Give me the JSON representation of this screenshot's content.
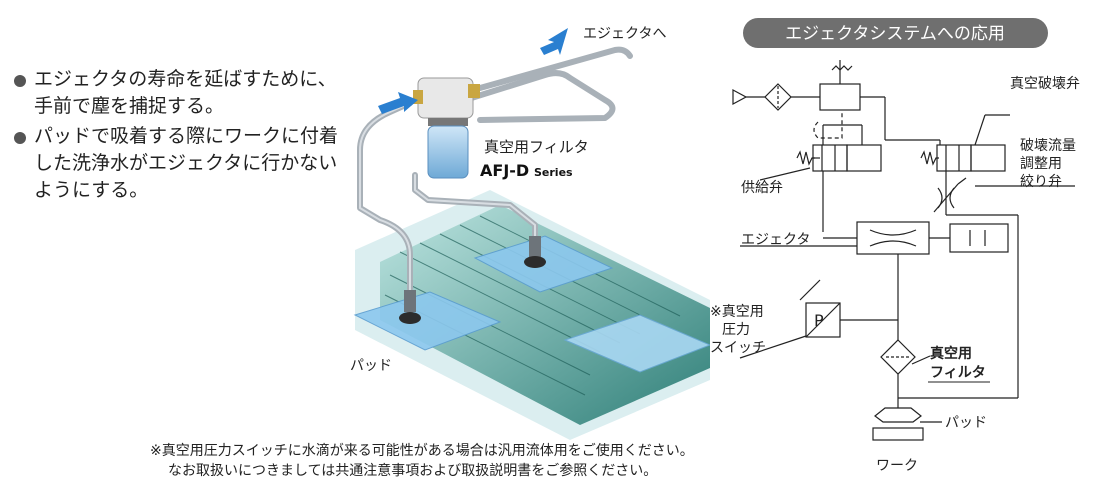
{
  "bullets": [
    "エジェクタの寿命を延ばすために、\n手前で塵を捕捉する。",
    "パッドで吸着する際にワークに付着\nした洗浄水がエジェクタに行かない\nようにする。"
  ],
  "illustration": {
    "to_ejector": "エジェクタへ",
    "filter_name": "真空用フィルタ",
    "model": "AFJ-D",
    "series": "Series",
    "pad": "パッド"
  },
  "schematic": {
    "header": "エジェクタシステムへの応用",
    "vacuum_break_valve": "真空破壊弁",
    "flow_adjust": [
      "破壊流量",
      "調整用",
      "絞り弁"
    ],
    "supply_valve": "供給弁",
    "ejector": "エジェクタ",
    "pressure_switch": [
      "※真空用",
      "圧力",
      "スイッチ"
    ],
    "vacuum_filter": [
      "真空用",
      "フィルタ"
    ],
    "pad": "パッド",
    "work": "ワーク",
    "p_symbol": "P"
  },
  "footnote": [
    "※真空用圧力スイッチに水滴が来る可能性がある場合は汎用流体用をご使用ください。",
    "なお取扱いにつきましては共通注意事項および取扱説明書をご参照ください。"
  ],
  "colors": {
    "arrow": "#2a7fd0",
    "header_bg": "#6f6f6f",
    "belt": "#3f8f86",
    "plate": "#7fc0e8",
    "line": "#222222"
  }
}
